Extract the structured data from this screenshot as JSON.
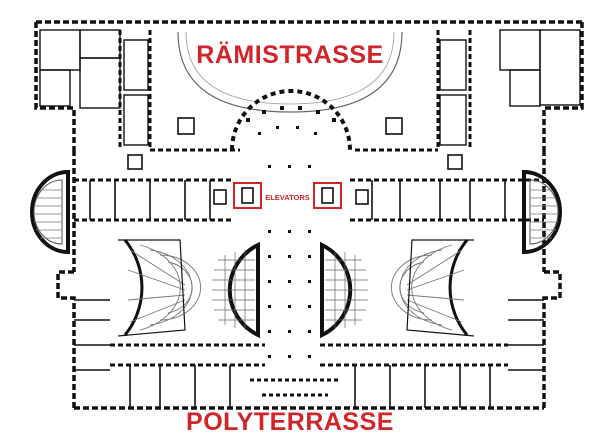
{
  "streets": {
    "north": "RÄMISTRASSE",
    "south": "POLYTERRASSE"
  },
  "markers": {
    "elevators_label": "ELEVATORS"
  },
  "colors": {
    "label": "#d0262b",
    "walls": "#111111",
    "background": "#ffffff",
    "seating": "#777777"
  }
}
